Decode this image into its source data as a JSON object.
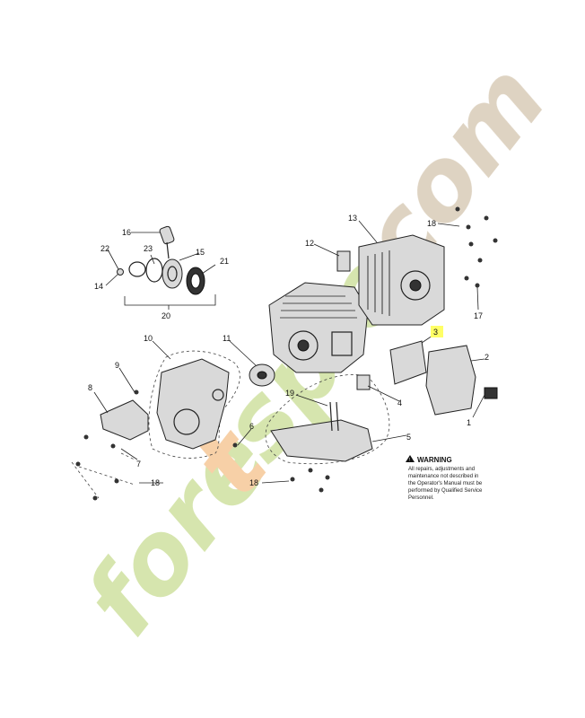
{
  "diagram": {
    "callouts": [
      {
        "id": "c1",
        "label": "1"
      },
      {
        "id": "c2",
        "label": "2"
      },
      {
        "id": "c3",
        "label": "3",
        "highlight": "#ffff66"
      },
      {
        "id": "c4",
        "label": "4"
      },
      {
        "id": "c5",
        "label": "5"
      },
      {
        "id": "c6",
        "label": "6"
      },
      {
        "id": "c7",
        "label": "7"
      },
      {
        "id": "c8",
        "label": "8"
      },
      {
        "id": "c9",
        "label": "9"
      },
      {
        "id": "c10",
        "label": "10"
      },
      {
        "id": "c11",
        "label": "11"
      },
      {
        "id": "c12",
        "label": "12"
      },
      {
        "id": "c13",
        "label": "13"
      },
      {
        "id": "c14",
        "label": "14"
      },
      {
        "id": "c15",
        "label": "15"
      },
      {
        "id": "c16",
        "label": "16"
      },
      {
        "id": "c17",
        "label": "17"
      },
      {
        "id": "c18a",
        "label": "18"
      },
      {
        "id": "c18b",
        "label": "18"
      },
      {
        "id": "c18c",
        "label": "18"
      },
      {
        "id": "c19",
        "label": "19"
      },
      {
        "id": "c20",
        "label": "20"
      },
      {
        "id": "c21",
        "label": "21"
      },
      {
        "id": "c22",
        "label": "22"
      },
      {
        "id": "c23",
        "label": "23"
      }
    ],
    "warning": {
      "title": "WARNING",
      "lines": [
        "All repairs, adjustments and",
        "maintenance not described in",
        "the Operator's Manual must be",
        "performed by Qualified Service",
        "Personnel."
      ]
    },
    "watermark": {
      "text": "foretspiece.com",
      "colors": {
        "green": "#c8dc8c",
        "orange": "#f5c08a",
        "brown": "#d8cbb8"
      }
    }
  }
}
